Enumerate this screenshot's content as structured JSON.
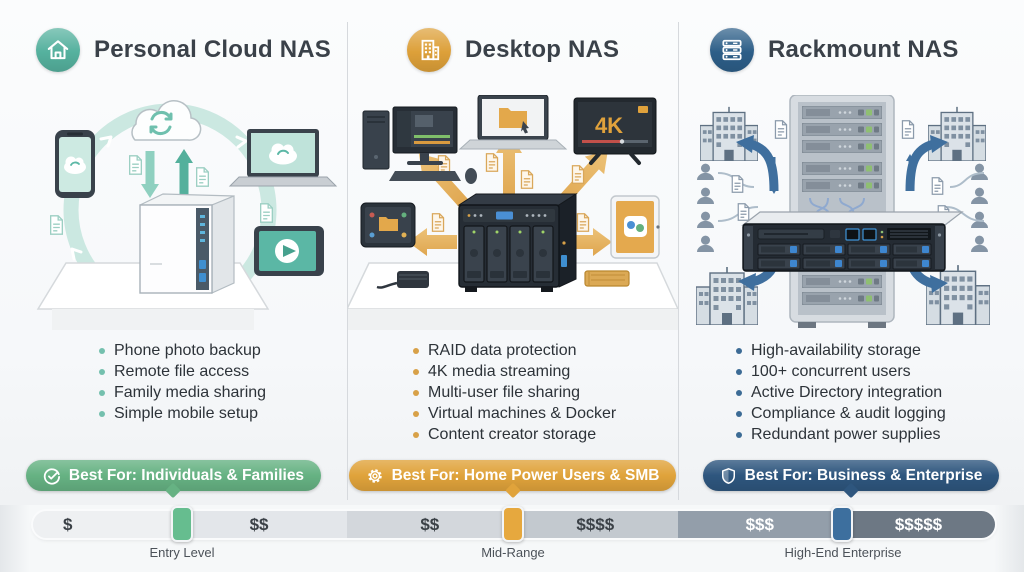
{
  "columns": [
    {
      "title": "Personal Cloud NAS",
      "icon": "home-icon",
      "icon_bg": "#55b19e",
      "accent": "#74c0ae",
      "bullets": [
        "Phone photo backup",
        "Remote file access",
        "Family media sharing",
        "Simple mobile setup"
      ],
      "badge": {
        "icon": "check-circle-icon",
        "label": "Best For: Individuals & Families",
        "color": "#66b283"
      }
    },
    {
      "title": "Desktop NAS",
      "icon": "building-icon",
      "icon_bg": "#dda039",
      "accent": "#d8a148",
      "bullets": [
        "RAID data protection",
        "4K media streaming",
        "Multi-user file sharing",
        "Virtual machines & Docker",
        "Content creator storage"
      ],
      "badge": {
        "icon": "gear-icon",
        "label": "Best For: Home Power Users & SMB",
        "color": "#e0a33b"
      },
      "illustration_labels": {
        "tv": "4K"
      }
    },
    {
      "title": "Rackmount NAS",
      "icon": "server-stack-icon",
      "icon_bg": "#2d5e88",
      "accent": "#3c6b95",
      "bullets": [
        "High-availability storage",
        "100+ concurrent users",
        "Active Directory integration",
        "Compliance & audit logging",
        "Redundant power supplies"
      ],
      "badge": {
        "icon": "shield-icon",
        "label": "Best For: Business & Enterprise",
        "color": "#2e567e"
      }
    }
  ],
  "price_scale": {
    "segments": [
      {
        "label": "$",
        "color": "#eef0f2",
        "text": "#3b4147"
      },
      {
        "label": "$$",
        "color": "#e3e6ea",
        "text": "#3b4147"
      },
      {
        "label": "$$",
        "color": "#d3d7dc",
        "text": "#3b4147"
      },
      {
        "label": "$$$$",
        "color": "#c3c9cf",
        "text": "#3b4147"
      },
      {
        "label": "$$$",
        "color": "#939eaa",
        "text": "#ffffff"
      },
      {
        "label": "$$$$$",
        "color": "#6d7884",
        "text": "#ffffff"
      }
    ],
    "markers": [
      {
        "label": "Entry Level",
        "color": "#66bd8f"
      },
      {
        "label": "Mid-Range",
        "color": "#e6a83e"
      },
      {
        "label": "High-End Enterprise",
        "color": "#3d6f9e"
      }
    ]
  }
}
